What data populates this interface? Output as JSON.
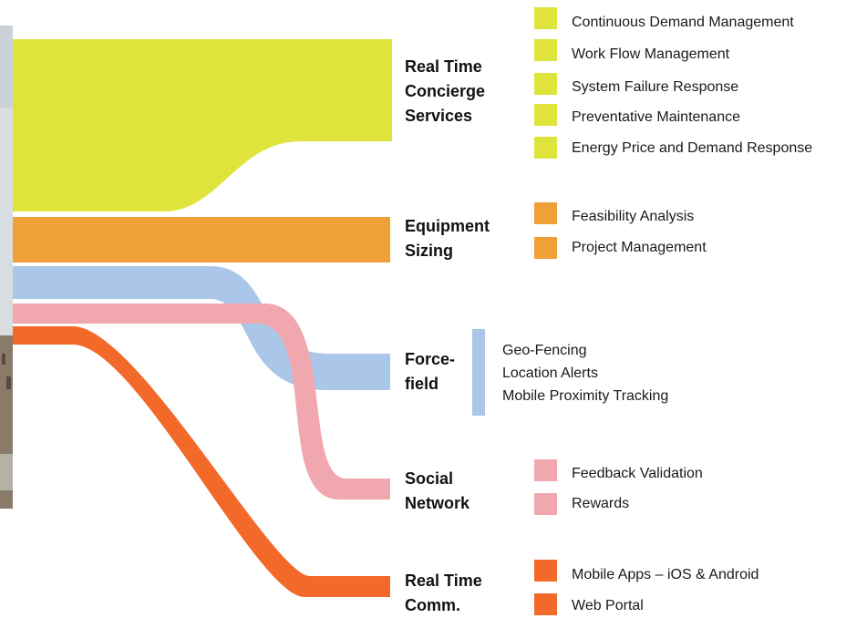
{
  "colors": {
    "concierge": "#dfe43c",
    "equipment": "#f0a038",
    "forcefield": "#aac6e8",
    "social": "#f0a8ae",
    "comm": "#f2692a"
  },
  "categories": [
    {
      "id": "concierge",
      "label_lines": [
        "Real Time",
        "Concierge",
        "Services"
      ],
      "items": [
        "Continuous Demand Management",
        "Work Flow Management",
        "System Failure Response",
        "Preventative Maintenance",
        "Energy Price and Demand Response"
      ]
    },
    {
      "id": "equipment",
      "label_lines": [
        "Equipment",
        "Sizing"
      ],
      "items": [
        "Feasibility Analysis",
        "Project Management"
      ]
    },
    {
      "id": "forcefield",
      "label_lines": [
        "Force-",
        "field"
      ],
      "items": [
        "Geo-Fencing",
        "Location Alerts",
        "Mobile Proximity Tracking"
      ]
    },
    {
      "id": "social",
      "label_lines": [
        "Social",
        "Network"
      ],
      "items": [
        "Feedback Validation",
        "Rewards"
      ]
    },
    {
      "id": "comm",
      "label_lines": [
        "Real Time",
        "Comm."
      ],
      "items": [
        "Mobile Apps – iOS & Android",
        "Web Portal"
      ]
    }
  ]
}
